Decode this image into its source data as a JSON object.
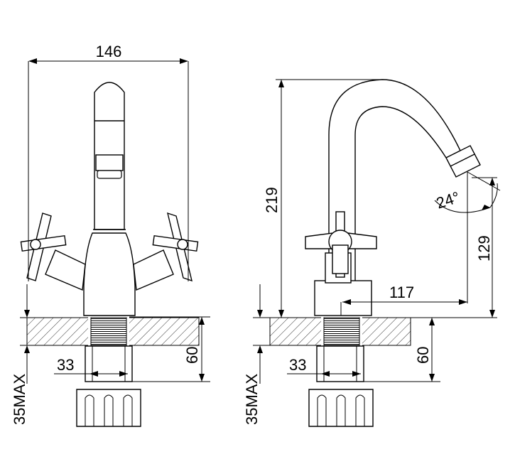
{
  "dimensions": {
    "front_width": "146",
    "front_thread_dia": "33",
    "front_counter_thickness": "35MAX",
    "front_shank_length": "60",
    "side_height": "219",
    "side_reach": "117",
    "side_spout_height": "129",
    "side_spout_angle": "24°",
    "side_thread_dia": "33",
    "side_counter_thickness": "35MAX",
    "side_shank_length": "60"
  }
}
